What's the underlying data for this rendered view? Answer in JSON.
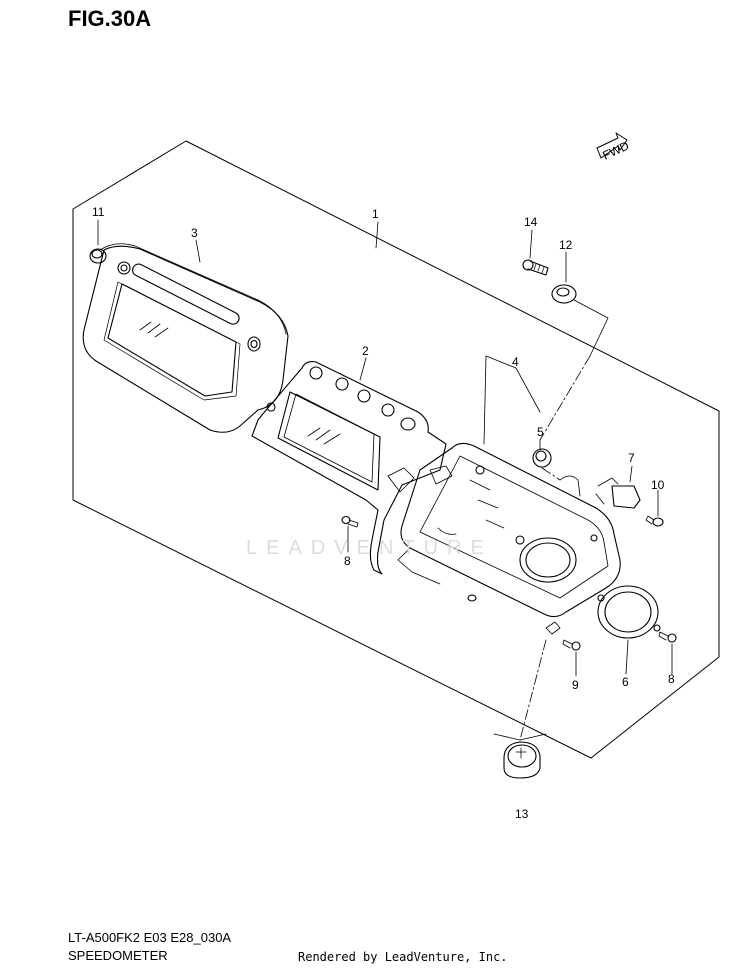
{
  "figure": {
    "title": "FIG.30A",
    "code": "LT-A500FK2 E03 E28_030A",
    "name": "SPEEDOMETER",
    "rendered_by": "Rendered by LeadVenture, Inc.",
    "watermark": "LEADVENTURE",
    "fwd_label": "FWD"
  },
  "callouts": [
    "1",
    "2",
    "3",
    "4",
    "5",
    "6",
    "7",
    "8",
    "8",
    "9",
    "10",
    "11",
    "12",
    "13",
    "14"
  ],
  "colors": {
    "line": "#000000",
    "watermark": "#dcdcdc"
  }
}
